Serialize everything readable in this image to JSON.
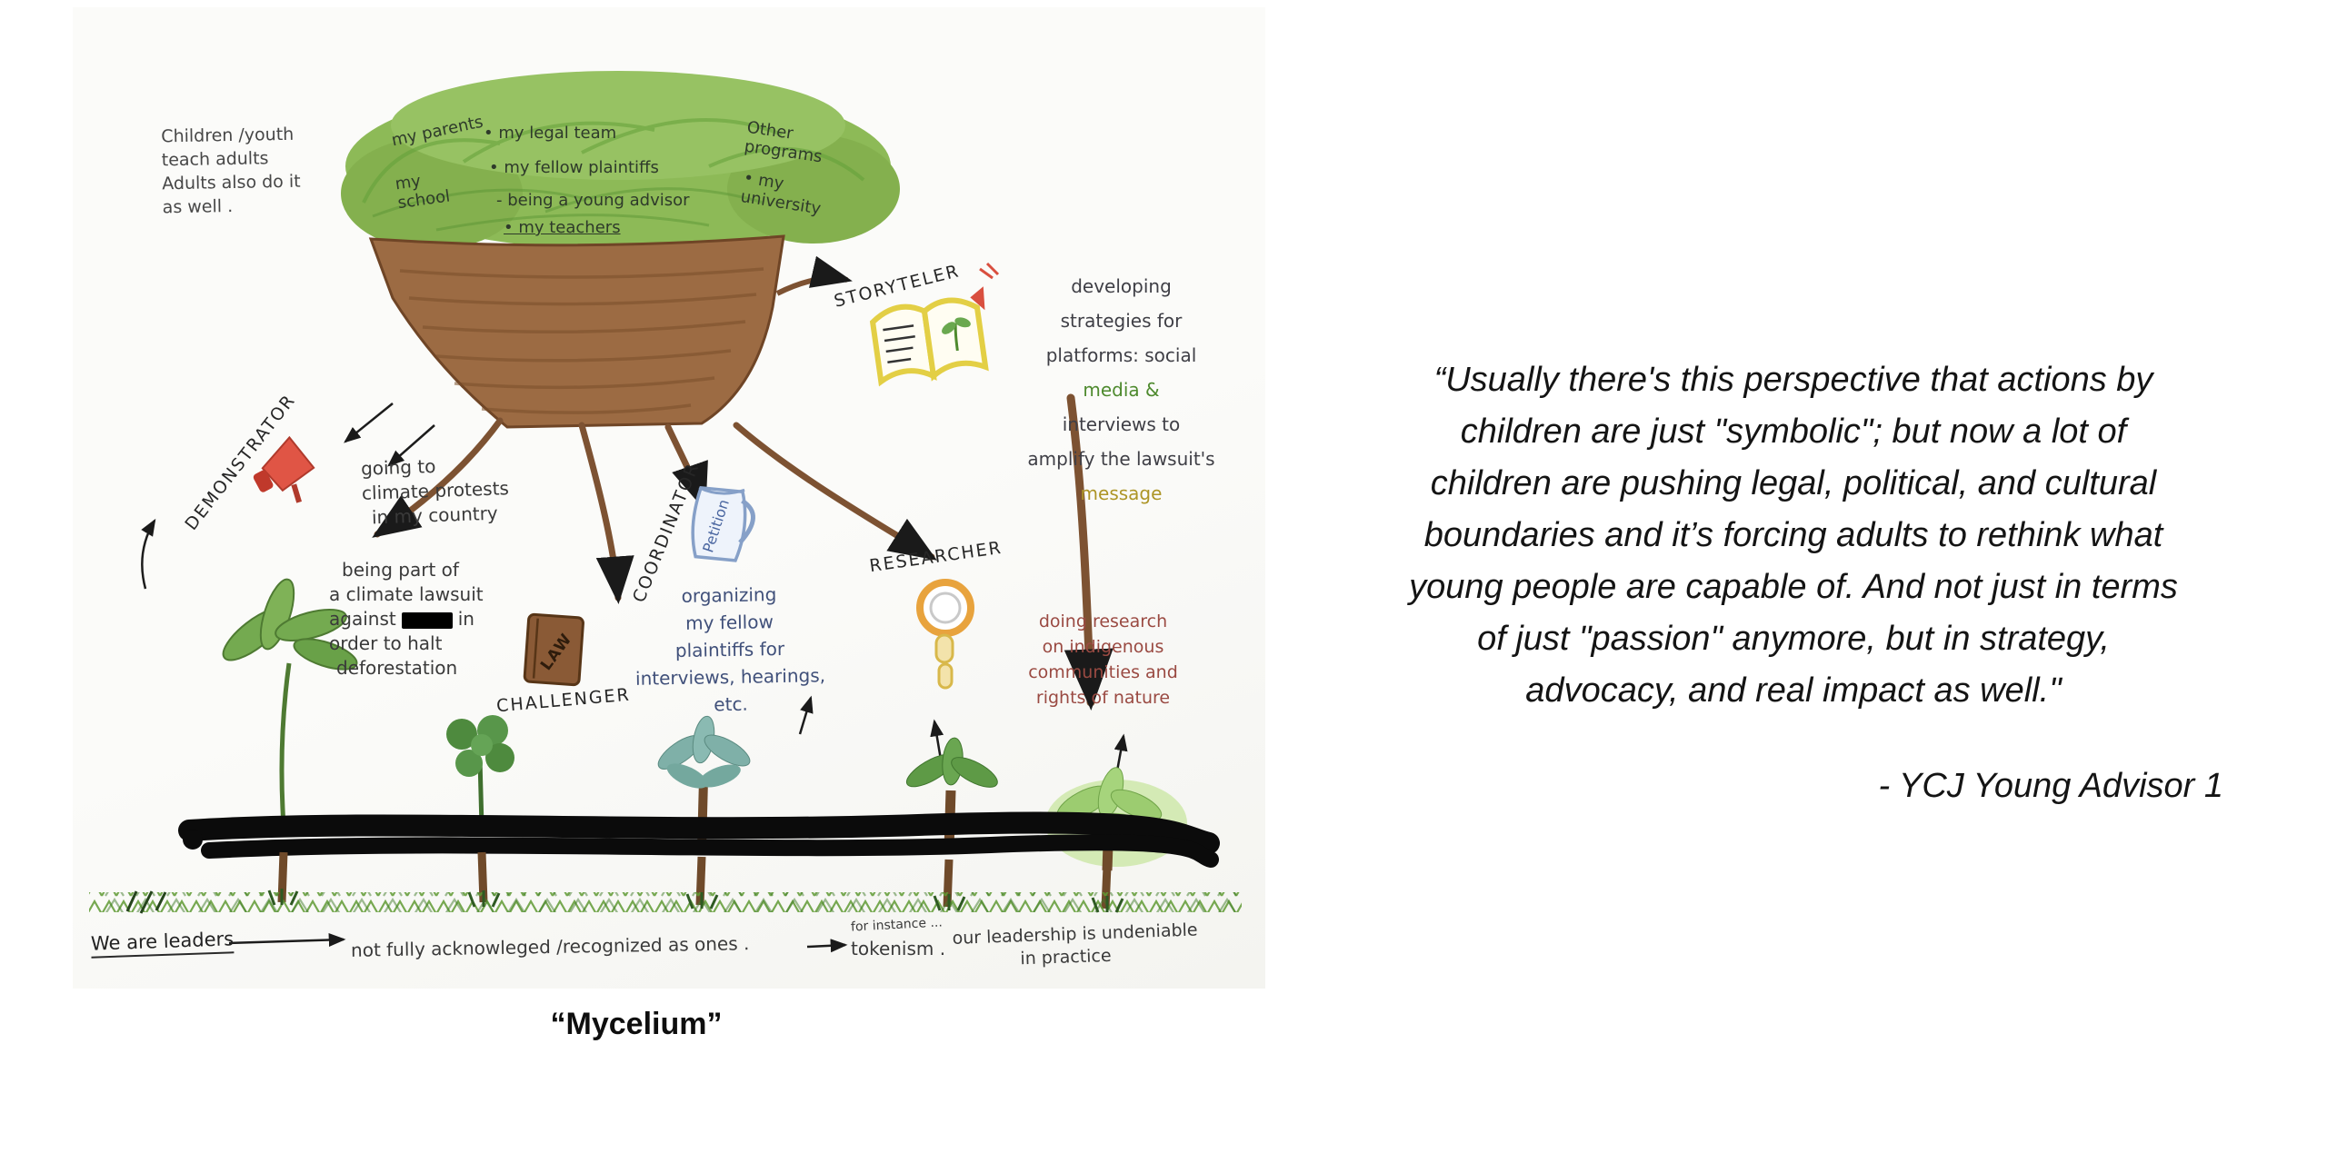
{
  "drawing": {
    "top_note_lines": [
      "Children /youth",
      "teach adults",
      "Adults also do it",
      "as well ."
    ],
    "canopy_labels": [
      "my parents",
      "• my legal team",
      "Other programs",
      "• my fellow plaintiffs",
      "my school",
      "- being a young advisor",
      "• my university",
      "• my teachers"
    ],
    "roles": {
      "demonstrator": {
        "label": "DEMONSTRATOR",
        "protests_lines": [
          "going to",
          "climate protests",
          "in my country"
        ],
        "lawsuit_lines": [
          "being part of",
          "a climate lawsuit"
        ],
        "lawsuit_against": "against",
        "lawsuit_in": "in",
        "lawsuit_lines2": [
          "order to halt",
          "deforestation"
        ]
      },
      "challenger": {
        "label": "CHALLENGER",
        "book_label": "LAW"
      },
      "coordinator": {
        "label": "COORDINATOR",
        "jug_label": "Petition",
        "desc_lines": [
          "organizing",
          "my fellow",
          "plaintiffs for",
          "interviews, hearings,",
          "etc."
        ]
      },
      "researcher": {
        "label": "RESEARCHER",
        "desc_lines": [
          "doing research",
          "on indigenous",
          "communities and",
          "rights of nature"
        ]
      },
      "storyteller": {
        "label": "STORYTELER",
        "desc_lines": [
          "developing",
          "strategies for",
          "platforms: social",
          "media &",
          "interviews to",
          "amplify the lawsuit's",
          "message"
        ]
      }
    },
    "bottom": {
      "leaders": "We are leaders",
      "not_fully": "not fully acknowleged /recognized as ones .",
      "for_instance": "for instance ...",
      "tokenism": "tokenism .",
      "undeniable_lines": [
        "our leadership is undeniable",
        "in practice"
      ]
    },
    "caption": "“Mycelium”",
    "colors": {
      "canopy_green": "#8dba57",
      "trunk_brown": "#9c6b43",
      "soil_black": "#0b0b0b",
      "megaphone_red": "#e05545",
      "magnifier_orange": "#e8a33d",
      "book_yellow": "#e3cf45"
    }
  },
  "quote": {
    "lines": [
      "“Usually there's this perspective that actions by",
      "children are just \"symbolic\"; but now a lot of",
      "children are pushing legal, political, and cultural",
      "boundaries and it’s forcing adults to rethink what",
      "young people are capable of. And not just in terms",
      "of just \"passion\" anymore, but in strategy,",
      "advocacy, and real impact as well.\""
    ],
    "attribution": "- YCJ Young Advisor 1"
  }
}
